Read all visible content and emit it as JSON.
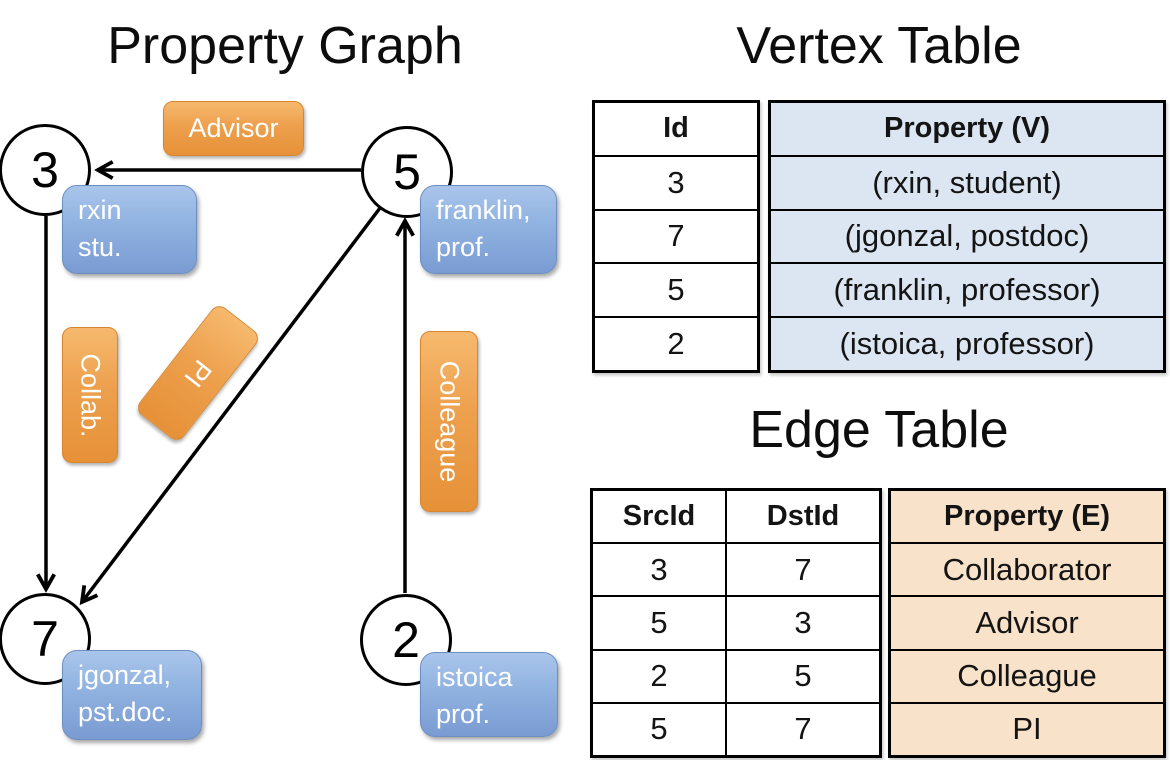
{
  "graph": {
    "title": "Property Graph",
    "nodes": [
      {
        "id": "3",
        "property": {
          "line1": "rxin",
          "line2": "stu."
        }
      },
      {
        "id": "5",
        "property": {
          "line1": "franklin,",
          "line2": "prof."
        }
      },
      {
        "id": "7",
        "property": {
          "line1": "jgonzal,",
          "line2": "pst.doc."
        }
      },
      {
        "id": "2",
        "property": {
          "line1": "istoica",
          "line2": "prof."
        }
      }
    ],
    "edge_labels": {
      "advisor": "Advisor",
      "collab": "Collab.",
      "pi": "PI",
      "colleague": "Colleague"
    },
    "edges": [
      {
        "src": "5",
        "dst": "3",
        "label": "Advisor"
      },
      {
        "src": "3",
        "dst": "7",
        "label": "Collab."
      },
      {
        "src": "5",
        "dst": "7",
        "label": "PI"
      },
      {
        "src": "2",
        "dst": "5",
        "label": "Colleague"
      }
    ]
  },
  "vertex_table": {
    "title": "Vertex Table",
    "headers": {
      "id": "Id",
      "property": "Property (V)"
    },
    "rows": [
      {
        "id": "3",
        "property": "(rxin, student)"
      },
      {
        "id": "7",
        "property": "(jgonzal, postdoc)"
      },
      {
        "id": "5",
        "property": "(franklin, professor)"
      },
      {
        "id": "2",
        "property": "(istoica, professor)"
      }
    ]
  },
  "edge_table": {
    "title": "Edge Table",
    "headers": {
      "src": "SrcId",
      "dst": "DstId",
      "property": "Property (E)"
    },
    "rows": [
      {
        "src": "3",
        "dst": "7",
        "property": "Collaborator"
      },
      {
        "src": "5",
        "dst": "3",
        "property": "Advisor"
      },
      {
        "src": "2",
        "dst": "5",
        "property": "Colleague"
      },
      {
        "src": "5",
        "dst": "7",
        "property": "PI"
      }
    ]
  },
  "colors": {
    "edge_label_orange": "#eda04d",
    "vertex_property_blue": "#8fb2e0",
    "vertex_table_fill": "#dce6f2",
    "edge_table_fill": "#f8e2ca",
    "line_black": "#000000"
  }
}
